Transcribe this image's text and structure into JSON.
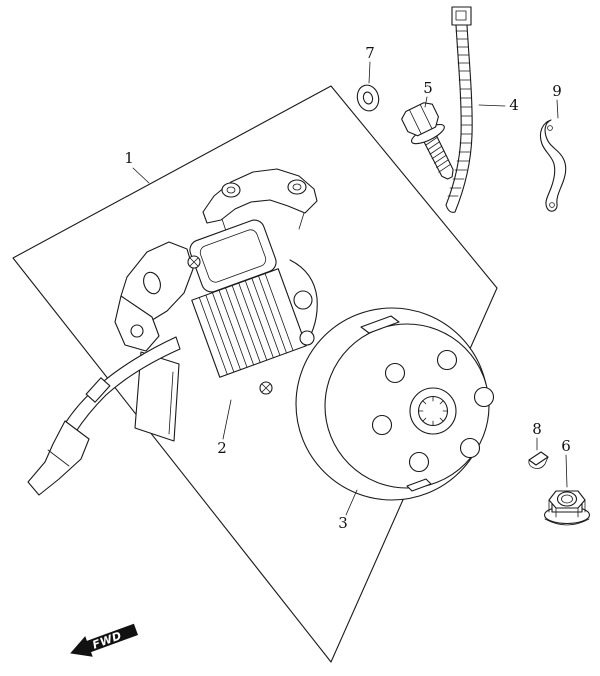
{
  "diagram": {
    "type": "exploded-parts-diagram",
    "background_color": "#ffffff",
    "line_color": "#1a1a1a",
    "callouts": [
      {
        "number": "1"
      },
      {
        "number": "2"
      },
      {
        "number": "3"
      },
      {
        "number": "4"
      },
      {
        "number": "5"
      },
      {
        "number": "6"
      },
      {
        "number": "7"
      },
      {
        "number": "8"
      },
      {
        "number": "9"
      }
    ],
    "direction_indicator": {
      "label": "FWD"
    }
  }
}
